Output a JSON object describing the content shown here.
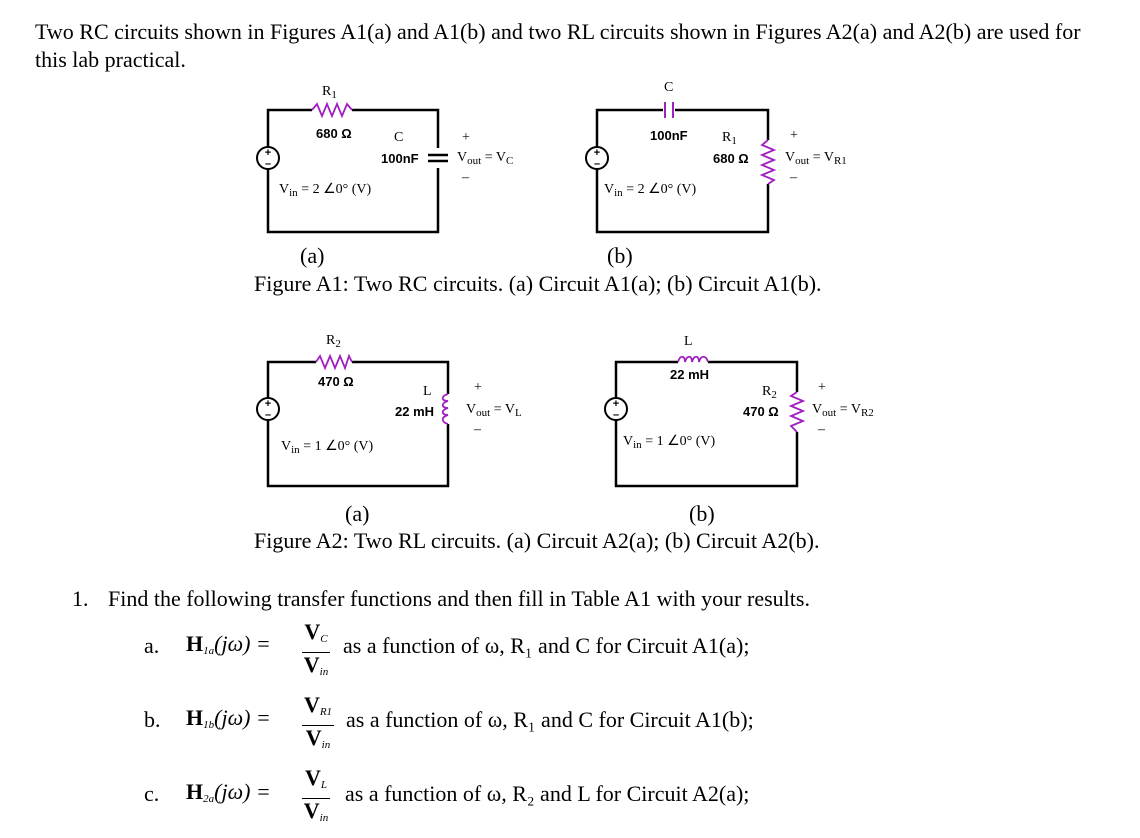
{
  "intro": "Two RC circuits shown in Figures A1(a) and A1(b) and two RL circuits shown in Figures A2(a) and A2(b) are used for this lab practical.",
  "figA1": {
    "a": {
      "r_name": "R",
      "r_sub": "1",
      "r_value": "680 Ω",
      "c_name": "C",
      "c_value": "100nF",
      "vout_plus": "+",
      "vout_minus": "–",
      "vout_v": "V",
      "vout_sub": "out",
      "vout_eq": " = V",
      "vout_eq_sub": "C",
      "vin_v": "V",
      "vin_sub": "in",
      "vin_rest": " = 2 ∠0° (V)",
      "label": "(a)"
    },
    "b": {
      "c_name": "C",
      "c_value": "100nF",
      "r_name": "R",
      "r_sub": "1",
      "r_value": "680 Ω",
      "vout_plus": "+",
      "vout_minus": "–",
      "vout_v": "V",
      "vout_sub": "out",
      "vout_eq": " = V",
      "vout_eq_sub": "R1",
      "vin_v": "V",
      "vin_sub": "in",
      "vin_rest": " = 2 ∠0° (V)",
      "label": "(b)"
    },
    "caption": "Figure A1: Two RC circuits. (a) Circuit A1(a); (b) Circuit A1(b)."
  },
  "figA2": {
    "a": {
      "r_name": "R",
      "r_sub": "2",
      "r_value": "470 Ω",
      "l_name": "L",
      "l_value": "22 mH",
      "vout_plus": "+",
      "vout_minus": "–",
      "vout_v": "V",
      "vout_sub": "out",
      "vout_eq": " = V",
      "vout_eq_sub": "L",
      "vin_v": "V",
      "vin_sub": "in",
      "vin_rest": " = 1 ∠0° (V)",
      "label": "(a)"
    },
    "b": {
      "l_name": "L",
      "l_value": "22 mH",
      "r_name": "R",
      "r_sub": "2",
      "r_value": "470 Ω",
      "vout_plus": "+",
      "vout_minus": "–",
      "vout_v": "V",
      "vout_sub": "out",
      "vout_eq": " = V",
      "vout_eq_sub": "R2",
      "vin_v": "V",
      "vin_sub": "in",
      "vin_rest": " = 1 ∠0° (V)",
      "label": "(b)"
    },
    "caption": "Figure A2: Two RL circuits. (a) Circuit A2(a); (b) Circuit A2(b)."
  },
  "question": {
    "number": "1.",
    "text": "Find the following transfer functions and then fill in Table A1 with your results.",
    "items": [
      {
        "letter": "a.",
        "h": "H",
        "h_sub": "1a",
        "arg": "(jω) =",
        "num": "V",
        "num_sub": "C",
        "den": "V",
        "den_sub": "in",
        "desc": "as a function of ω, R₁ and C for Circuit A1(a);"
      },
      {
        "letter": "b.",
        "h": "H",
        "h_sub": "1b",
        "arg": "(jω) =",
        "num": "V",
        "num_sub": "R1",
        "den": "V",
        "den_sub": "in",
        "desc": "as a function of ω, R₁ and C for Circuit A1(b);"
      },
      {
        "letter": "c.",
        "h": "H",
        "h_sub": "2a",
        "arg": "(jω) =",
        "num": "V",
        "num_sub": "L",
        "den": "V",
        "den_sub": "in",
        "desc": "as a function of ω, R₂ and L for Circuit A2(a);"
      }
    ]
  }
}
